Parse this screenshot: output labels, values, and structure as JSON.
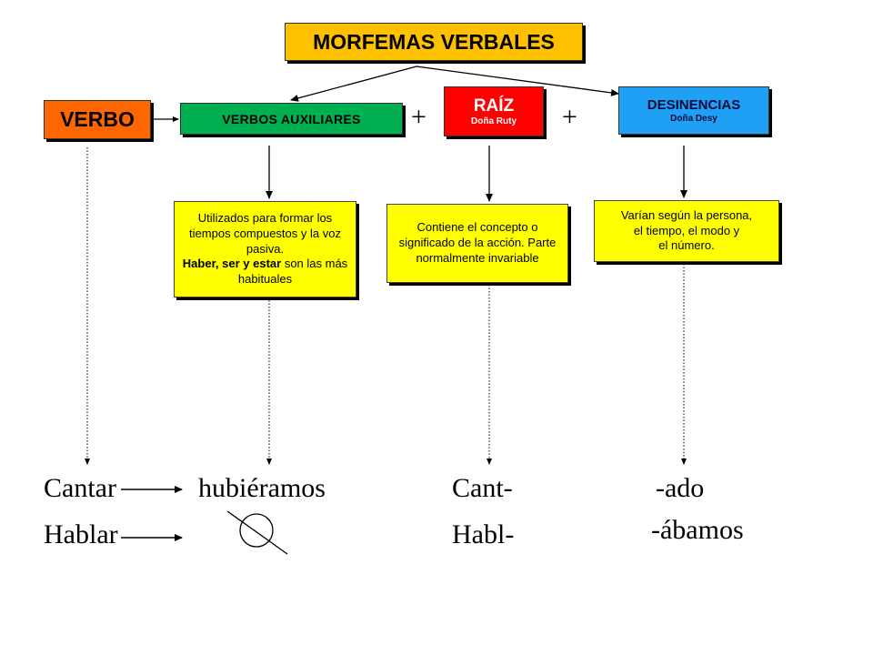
{
  "title": "MORFEMAS VERBALES",
  "verbo": "VERBO",
  "auxiliares": "VERBOS AUXILIARES",
  "raiz": {
    "title": "RAÍZ",
    "sub": "Doña Ruty"
  },
  "desinencias": {
    "title": "DESINENCIAS",
    "sub": "Doña Desy"
  },
  "plus": "+",
  "desc_aux": {
    "line1": "Utilizados para formar los tiempos compuestos y la voz pasiva.",
    "bold": "Haber, ser y estar",
    "rest": " son las más habituales"
  },
  "desc_raiz": "Contiene el concepto o significado de la acción. Parte normalmente invariable",
  "desc_des": {
    "l1": "Varían según la persona,",
    "l2": "el tiempo, el modo y",
    "l3": "el número."
  },
  "examples": {
    "cantar": "Cantar",
    "hablar": "Hablar",
    "hubieramos": "hubiéramos",
    "cant": "Cant-",
    "habl": "Habl-",
    "ado": "-ado",
    "abamos": "-ábamos"
  },
  "colors": {
    "title": "#FFC000",
    "verbo": "#FF6600",
    "auxiliares": "#00B050",
    "raiz": "#FF0000",
    "desinencias": "#1FA0F5",
    "descriptions": "#FFFF00"
  }
}
